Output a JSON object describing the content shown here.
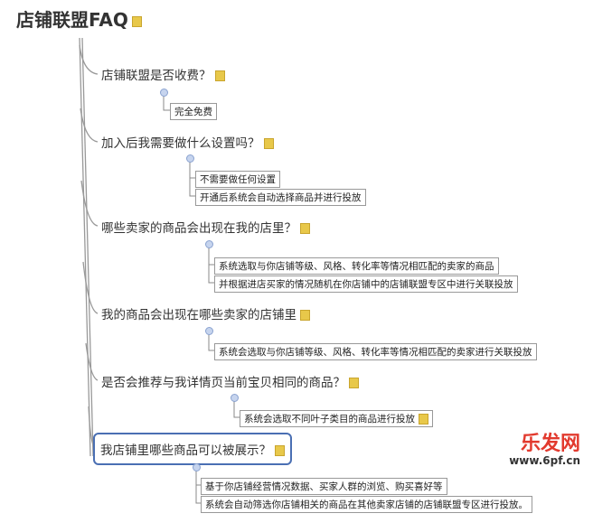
{
  "title": "店铺联盟FAQ",
  "items": [
    {
      "q": "店铺联盟是否收费？",
      "a": [
        "完全免费"
      ]
    },
    {
      "q": "加入后我需要做什么设置吗？",
      "a": [
        "不需要做任何设置",
        "开通后系统会自动选择商品并进行投放"
      ]
    },
    {
      "q": "哪些卖家的商品会出现在我的店里？",
      "a": [
        "系统选取与你店铺等级、风格、转化率等情况相匹配的卖家的商品",
        "并根据进店买家的情况随机在你店铺中的店铺联盟专区中进行关联投放"
      ]
    },
    {
      "q": "我的商品会出现在哪些卖家的店铺里",
      "a": [
        "系统会选取与你店铺等级、风格、转化率等情况相匹配的卖家进行关联投放"
      ]
    },
    {
      "q": "是否会推荐与我详情页当前宝贝相同的商品？",
      "a": [
        "系统会选取不同叶子类目的商品进行投放"
      ]
    },
    {
      "q": "我店铺里哪些商品可以被展示？",
      "a": [
        "基于你店铺经营情况数据、买家人群的浏览、购买喜好等",
        "系统会自动筛选你店铺相关的商品在其他卖家店铺的店铺联盟专区进行投放。"
      ]
    }
  ],
  "watermark": {
    "name": "乐发网",
    "url": "www.6pf.cn"
  }
}
